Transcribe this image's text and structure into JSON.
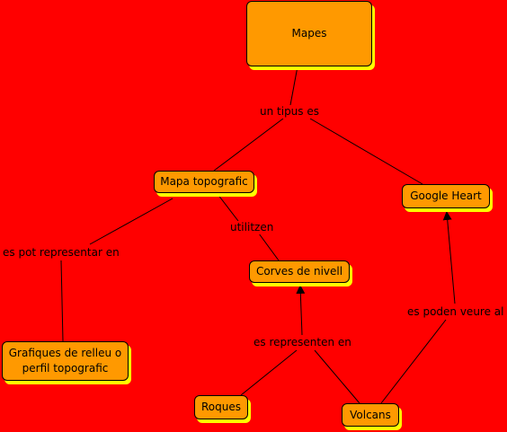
{
  "nodes": {
    "mapes": "Mapes",
    "mapa_topografic": "Mapa topografic",
    "google_heart": "Google Heart",
    "corves_de_nivell": "Corves de nivell",
    "grafiques": "Grafiques de relleu o perfil topografic",
    "roques": "Roques",
    "volcans": "Volcans"
  },
  "links": {
    "un_tipus_es": "un tipus es",
    "utilitzen": "utilitzen",
    "es_pot_representar_en": "es pot representar en",
    "es_representen_en": "es representen en",
    "es_poden_veure_al": "es poden veure al"
  },
  "colors": {
    "background": "#ff0000",
    "node_fill": "#ff9900",
    "node_shadow": "#ffff00",
    "line": "#000000"
  }
}
